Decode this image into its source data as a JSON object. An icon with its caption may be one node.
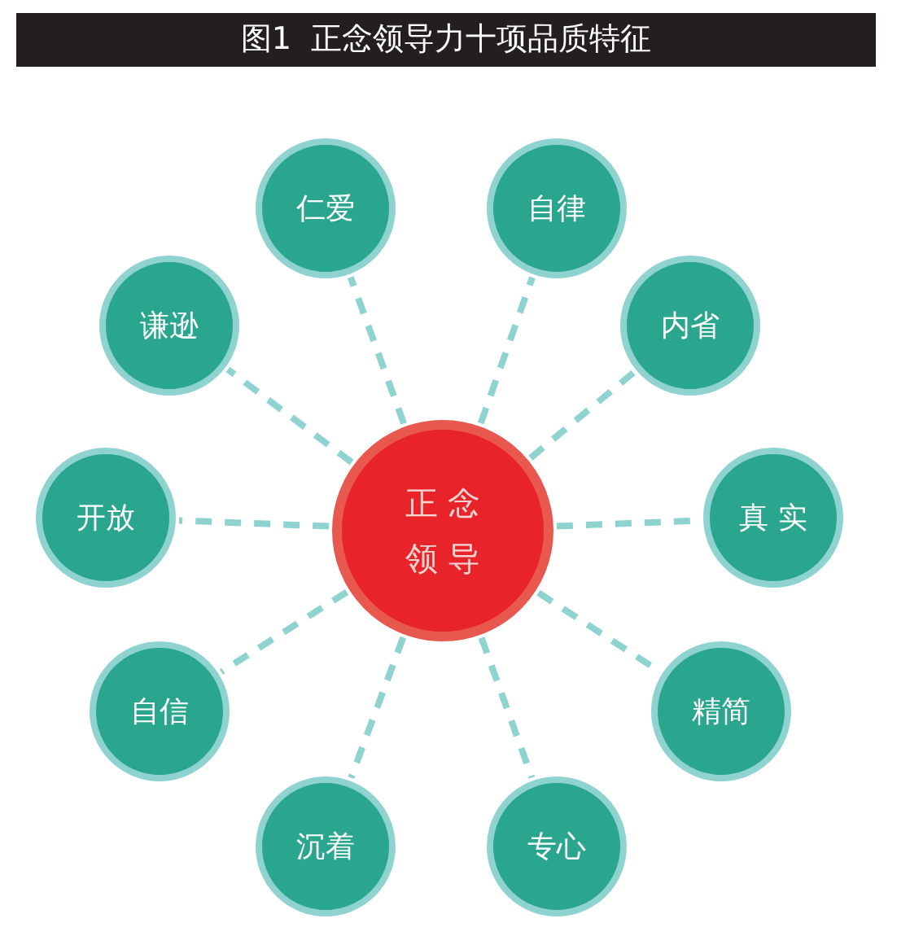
{
  "diagram": {
    "title": "图1  正念领导力十项品质特征",
    "nodes": [
      {
        "text": [
          "正 念领 导"
        ]
      },
      {
        "text": [
          "仁爱"
        ]
      },
      {
        "text": [
          "自律"
        ]
      },
      {
        "text": [
          "谦逊"
        ]
      },
      {
        "text": [
          "内省"
        ]
      },
      {
        "text": [
          "开放"
        ]
      },
      {
        "text": [
          "真 实"
        ]
      },
      {
        "text": [
          "自信"
        ]
      },
      {
        "text": [
          "精简"
        ]
      },
      {
        "text": [
          "沉着"
        ]
      },
      {
        "text": [
          "专心"
        ]
      }
    ],
    "edges": [
      {
        "from": 0,
        "to": 1,
        "arrow": "none",
        "style": "dashed"
      },
      {
        "from": 0,
        "to": 2,
        "arrow": "none",
        "style": "dashed"
      },
      {
        "from": 0,
        "to": 3,
        "arrow": "none",
        "style": "dashed"
      },
      {
        "from": 0,
        "to": 4,
        "arrow": "none",
        "style": "dashed"
      },
      {
        "from": 0,
        "to": 5,
        "arrow": "none",
        "style": "dashed"
      },
      {
        "from": 0,
        "to": 6,
        "arrow": "none",
        "style": "dashed"
      },
      {
        "from": 0,
        "to": 7,
        "arrow": "none",
        "style": "dashed"
      },
      {
        "from": 0,
        "to": 8,
        "arrow": "none",
        "style": "dashed"
      },
      {
        "from": 0,
        "to": 9,
        "arrow": "none",
        "style": "dashed"
      },
      {
        "from": 0,
        "to": 10,
        "arrow": "none",
        "style": "dashed"
      }
    ]
  }
}
